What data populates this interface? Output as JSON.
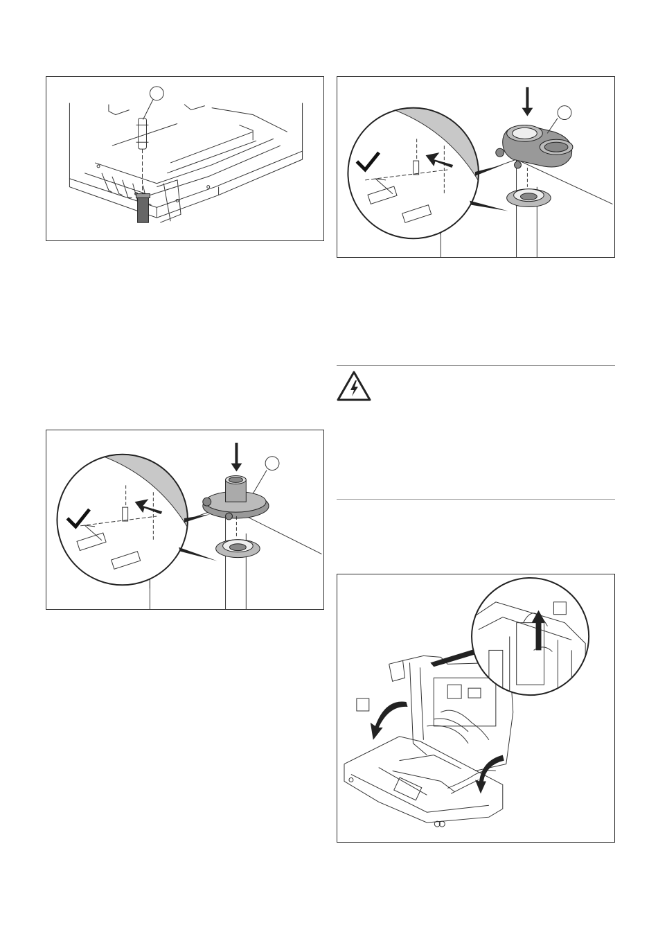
{
  "figures": [
    {
      "id": "condensate-pipe",
      "callouts": [
        ""
      ]
    },
    {
      "id": "flue-adapter-single",
      "callouts": [
        ""
      ]
    },
    {
      "id": "flue-adapter-twin",
      "callouts": [
        ""
      ]
    },
    {
      "id": "electronics-box",
      "callouts": [
        "",
        ""
      ]
    }
  ],
  "warning": {
    "icon": "electric-shock-warning-icon"
  },
  "colors": {
    "line": "#2a2a2a",
    "shade": "#c8c8c8",
    "rule": "#9a9a9a"
  }
}
